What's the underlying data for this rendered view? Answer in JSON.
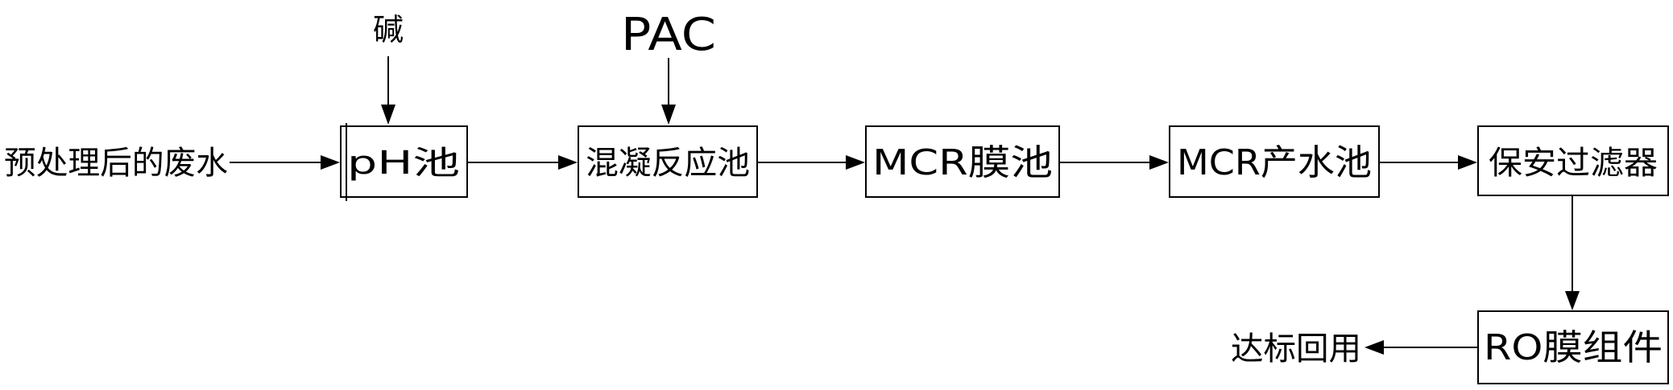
{
  "input": {
    "label": "预处理后的废水"
  },
  "additives": {
    "alkali": "碱",
    "pac": "PAC"
  },
  "units": [
    {
      "id": "ph",
      "label": "pH池"
    },
    {
      "id": "coag",
      "label": "混凝反应池"
    },
    {
      "id": "mcr",
      "label": "MCR膜池"
    },
    {
      "id": "mcr_product",
      "label": "MCR产水池"
    },
    {
      "id": "security_filter",
      "label": "保安过滤器"
    },
    {
      "id": "ro",
      "label": "RO膜组件"
    }
  ],
  "output": {
    "label": "达标回用"
  }
}
